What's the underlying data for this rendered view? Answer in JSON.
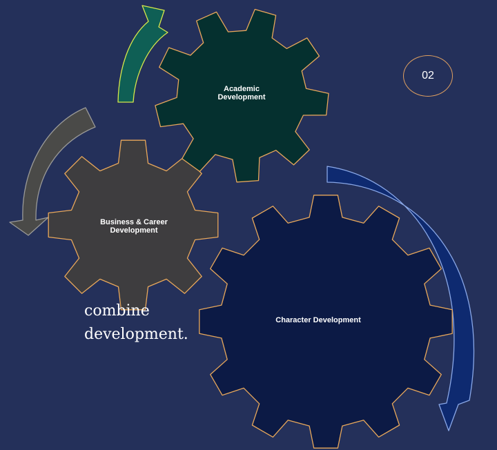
{
  "slide": {
    "number": "02",
    "text_line1": "combine",
    "text_line2": "development."
  },
  "gears": [
    {
      "key": "academic",
      "label": "Academic Development",
      "fill": "#05302f"
    },
    {
      "key": "business",
      "label": "Business & Career Development",
      "fill": "#3e3d3f"
    },
    {
      "key": "character",
      "label": "Character Development",
      "fill": "#0c1a45"
    }
  ],
  "colors": {
    "background": "#24305a",
    "gear_outline": "#e9a85a",
    "arrow_green": "#0f5f55",
    "arrow_green_outline": "#d8e84a",
    "arrow_gray": "#4a4a48",
    "arrow_gray_outline": "#9a9a98",
    "arrow_blue": "#0e2a70",
    "arrow_blue_outline": "#8aa8e8",
    "badge_outline": "#e0a060"
  }
}
